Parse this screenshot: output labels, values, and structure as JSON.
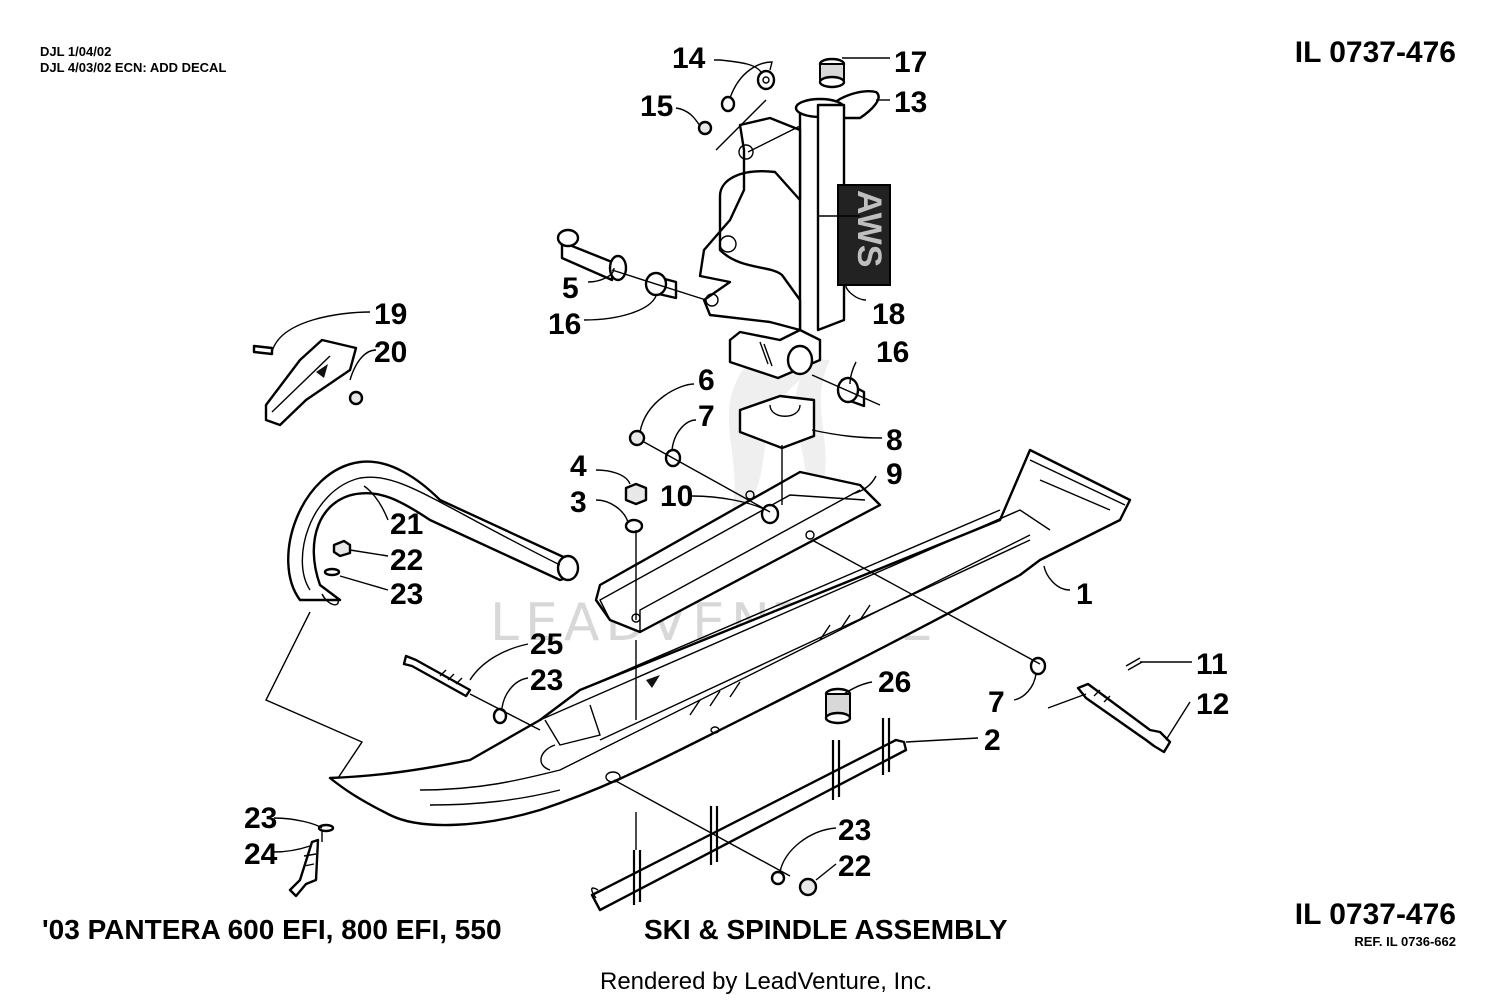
{
  "revision_notes": [
    "DJL 1/04/02",
    "DJL 4/03/02 ECN: ADD DECAL"
  ],
  "illustration_id_top": "IL 0737-476",
  "illustration_id_bottom": "IL 0737-476",
  "reference_id": "REF. IL 0736-662",
  "model_title": "'03 PANTERA 600 EFI, 800 EFI, 550",
  "assembly_title": "SKI & SPINDLE ASSEMBLY",
  "footer": "Rendered by LeadVenture, Inc.",
  "watermark": "LEADVENTURE",
  "decal_text": "AWS",
  "callouts": [
    "14",
    "17",
    "15",
    "13",
    "5",
    "16",
    "18",
    "19",
    "20",
    "16",
    "6",
    "7",
    "8",
    "4",
    "9",
    "3",
    "10",
    "21",
    "22",
    "23",
    "1",
    "25",
    "23",
    "26",
    "11",
    "7",
    "12",
    "2",
    "23",
    "24",
    "23",
    "22"
  ]
}
